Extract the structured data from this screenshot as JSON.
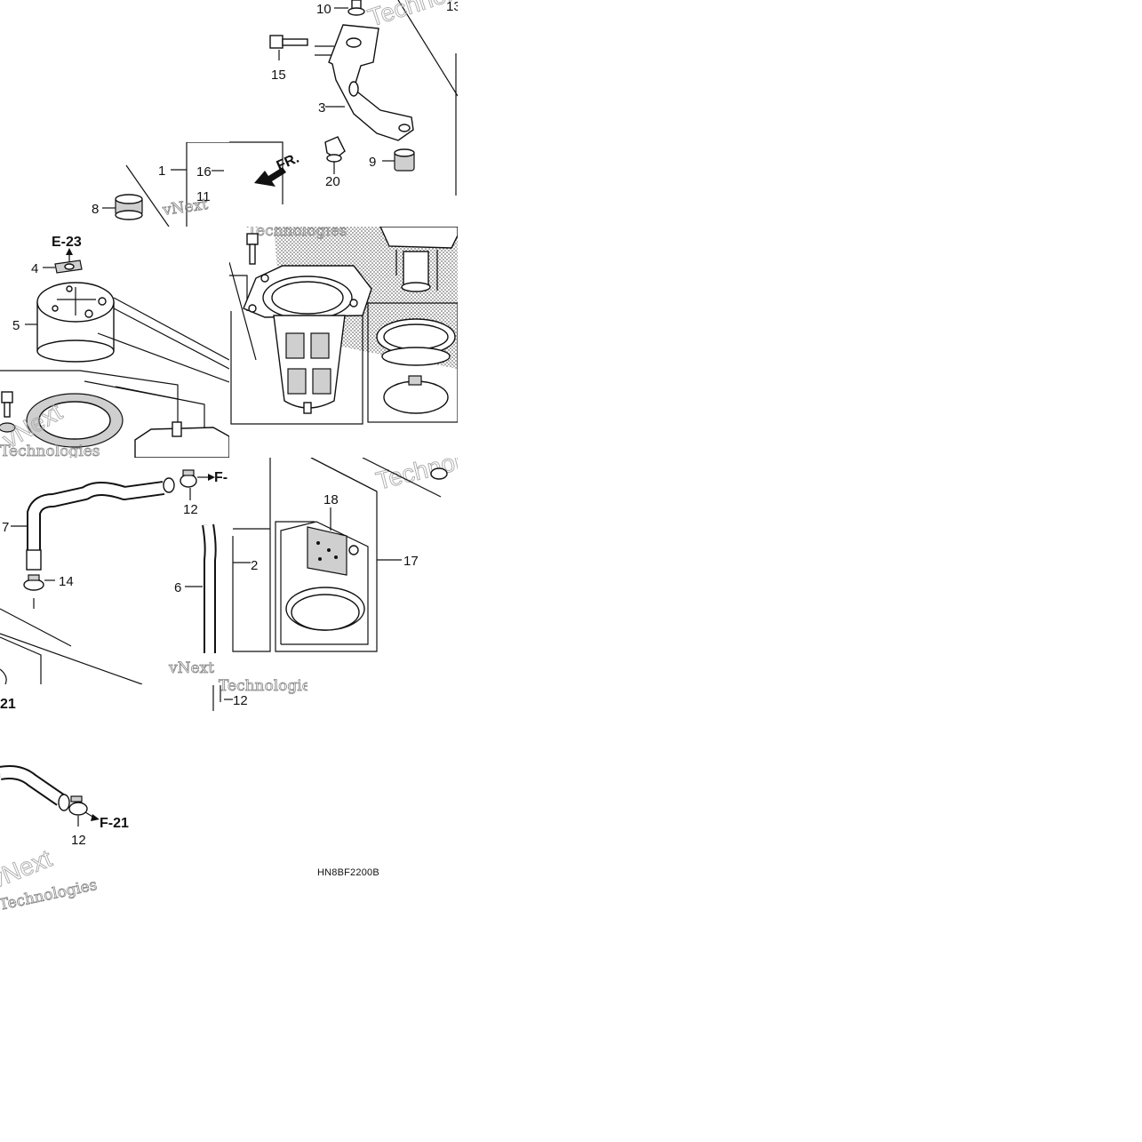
{
  "diagram": {
    "code": "HN8BF2200B",
    "direction_marker": "FR.",
    "watermarks": {
      "brand": "vNext",
      "word": "Technologies"
    },
    "callouts": {
      "c1": "1",
      "c2": "2",
      "c3": "3",
      "c4": "4",
      "c5": "5",
      "c6": "6",
      "c7": "7",
      "c8": "8",
      "c9": "9",
      "c10": "10",
      "c11": "11",
      "c12": "12",
      "c13": "13",
      "c14": "14",
      "c15": "15",
      "c16": "16",
      "c17": "17",
      "c18": "18",
      "c20": "20"
    },
    "references": {
      "e23": "E-23",
      "f21": "F-21",
      "f21_partial": "F-",
      "r21_partial": "21"
    }
  }
}
